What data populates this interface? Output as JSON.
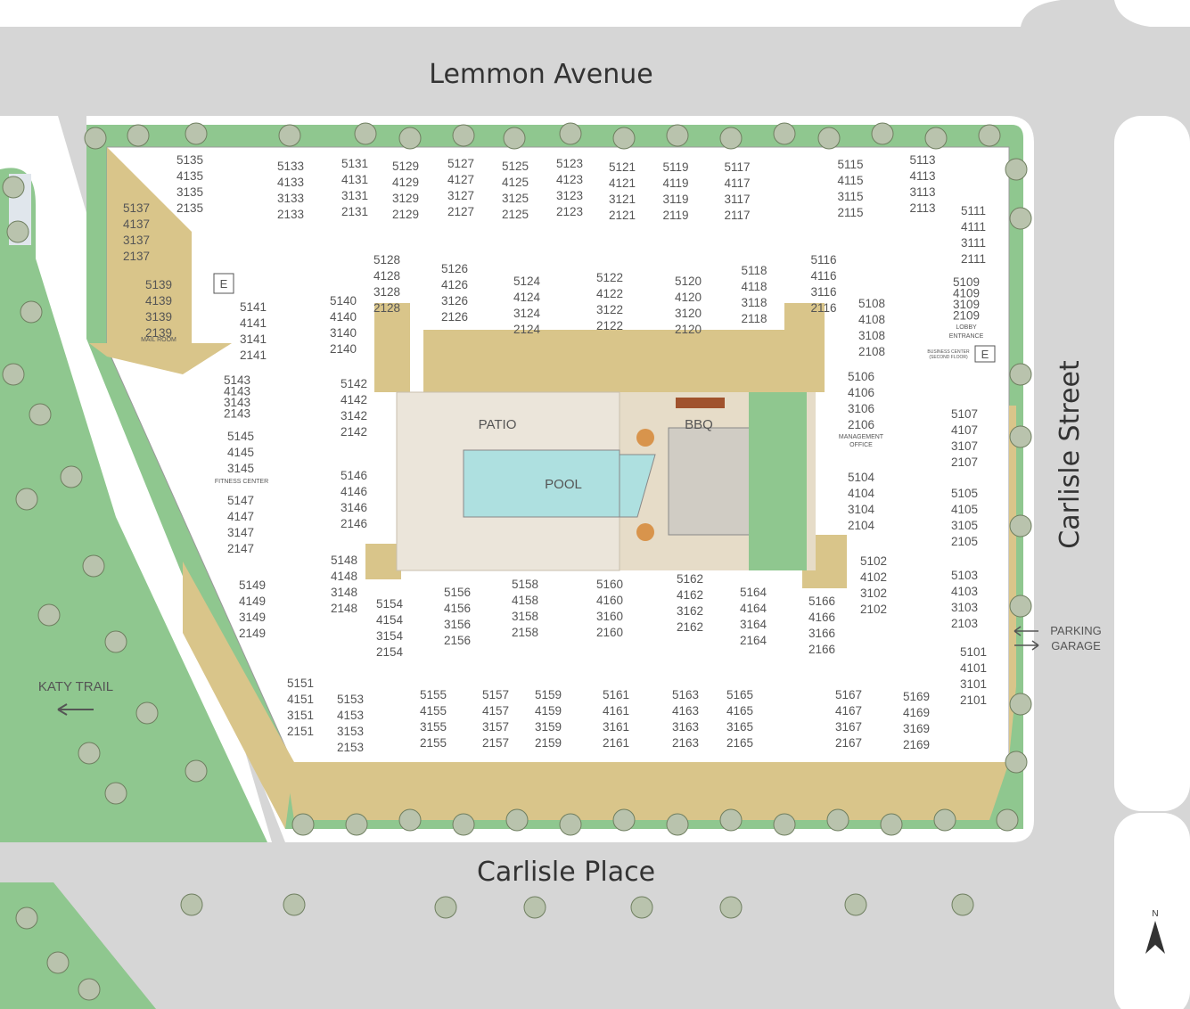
{
  "streets": {
    "north": "Lemmon Avenue",
    "south": "Carlisle Place",
    "east": "Carlisle Street"
  },
  "labels": {
    "katy_trail": "KATY TRAIL",
    "parking_1": "PARKING",
    "parking_2": "GARAGE",
    "north": "N",
    "patio": "PATIO",
    "pool": "POOL",
    "bbq": "BBQ",
    "elevator": "E",
    "mail_room": "MAIL ROOM",
    "fitness_center": "FITNESS CENTER",
    "management_1": "MANAGEMENT",
    "management_2": "OFFICE",
    "lobby_1": "LOBBY",
    "lobby_2": "ENTRANCE",
    "business_1": "BUSINESS CENTER",
    "business_2": "(SECOND FLOOR)"
  },
  "units": [
    {
      "id": "u5135",
      "lines": [
        "5135",
        "4135",
        "3135",
        "2135"
      ]
    },
    {
      "id": "u5137",
      "lines": [
        "5137",
        "4137",
        "3137",
        "2137"
      ]
    },
    {
      "id": "u5133",
      "lines": [
        "5133",
        "4133",
        "3133",
        "2133"
      ]
    },
    {
      "id": "u5131",
      "lines": [
        "5131",
        "4131",
        "3131",
        "2131"
      ]
    },
    {
      "id": "u5129",
      "lines": [
        "5129",
        "4129",
        "3129",
        "2129"
      ]
    },
    {
      "id": "u5127",
      "lines": [
        "5127",
        "4127",
        "3127",
        "2127"
      ]
    },
    {
      "id": "u5125",
      "lines": [
        "5125",
        "4125",
        "3125",
        "2125"
      ]
    },
    {
      "id": "u5123",
      "lines": [
        "5123",
        "4123",
        "3123",
        "2123"
      ]
    },
    {
      "id": "u5121",
      "lines": [
        "5121",
        "4121",
        "3121",
        "2121"
      ]
    },
    {
      "id": "u5119",
      "lines": [
        "5119",
        "4119",
        "3119",
        "2119"
      ]
    },
    {
      "id": "u5117",
      "lines": [
        "5117",
        "4117",
        "3117",
        "2117"
      ]
    },
    {
      "id": "u5115",
      "lines": [
        "5115",
        "4115",
        "3115",
        "2115"
      ]
    },
    {
      "id": "u5113",
      "lines": [
        "5113",
        "4113",
        "3113",
        "2113"
      ]
    },
    {
      "id": "u5111",
      "lines": [
        "5111",
        "4111",
        "3111",
        "2111"
      ]
    },
    {
      "id": "u5109",
      "lines": [
        "5109",
        "4109",
        "3109",
        "2109"
      ]
    },
    {
      "id": "u5139",
      "lines": [
        "5139",
        "4139",
        "3139",
        "2139"
      ]
    },
    {
      "id": "u5141",
      "lines": [
        "5141",
        "4141",
        "3141",
        "2141"
      ]
    },
    {
      "id": "u5143",
      "lines": [
        "5143",
        "4143",
        "3143",
        "2143"
      ]
    },
    {
      "id": "u5145",
      "lines": [
        "5145",
        "4145",
        "3145"
      ]
    },
    {
      "id": "u5147",
      "lines": [
        "5147",
        "4147",
        "3147",
        "2147"
      ]
    },
    {
      "id": "u5149",
      "lines": [
        "5149",
        "4149",
        "3149",
        "2149"
      ]
    },
    {
      "id": "u5151",
      "lines": [
        "5151",
        "4151",
        "3151",
        "2151"
      ]
    },
    {
      "id": "u5153",
      "lines": [
        "5153",
        "4153",
        "3153",
        "2153"
      ]
    },
    {
      "id": "u5155",
      "lines": [
        "5155",
        "4155",
        "3155",
        "2155"
      ]
    },
    {
      "id": "u5157",
      "lines": [
        "5157",
        "4157",
        "3157",
        "2157"
      ]
    },
    {
      "id": "u5159",
      "lines": [
        "5159",
        "4159",
        "3159",
        "2159"
      ]
    },
    {
      "id": "u5161",
      "lines": [
        "5161",
        "4161",
        "3161",
        "2161"
      ]
    },
    {
      "id": "u5163",
      "lines": [
        "5163",
        "4163",
        "3163",
        "2163"
      ]
    },
    {
      "id": "u5165",
      "lines": [
        "5165",
        "4165",
        "3165",
        "2165"
      ]
    },
    {
      "id": "u5167",
      "lines": [
        "5167",
        "4167",
        "3167",
        "2167"
      ]
    },
    {
      "id": "u5169",
      "lines": [
        "5169",
        "4169",
        "3169",
        "2169"
      ]
    },
    {
      "id": "u5101",
      "lines": [
        "5101",
        "4101",
        "3101",
        "2101"
      ]
    },
    {
      "id": "u5103",
      "lines": [
        "5103",
        "4103",
        "3103",
        "2103"
      ]
    },
    {
      "id": "u5105",
      "lines": [
        "5105",
        "4105",
        "3105",
        "2105"
      ]
    },
    {
      "id": "u5107",
      "lines": [
        "5107",
        "4107",
        "3107",
        "2107"
      ]
    },
    {
      "id": "u5128",
      "lines": [
        "5128",
        "4128",
        "3128",
        "2128"
      ]
    },
    {
      "id": "u5126",
      "lines": [
        "5126",
        "4126",
        "3126",
        "2126"
      ]
    },
    {
      "id": "u5124",
      "lines": [
        "5124",
        "4124",
        "3124",
        "2124"
      ]
    },
    {
      "id": "u5122",
      "lines": [
        "5122",
        "4122",
        "3122",
        "2122"
      ]
    },
    {
      "id": "u5120",
      "lines": [
        "5120",
        "4120",
        "3120",
        "2120"
      ]
    },
    {
      "id": "u5118",
      "lines": [
        "5118",
        "4118",
        "3118",
        "2118"
      ]
    },
    {
      "id": "u5116",
      "lines": [
        "5116",
        "4116",
        "3116",
        "2116"
      ]
    },
    {
      "id": "u5108",
      "lines": [
        "5108",
        "4108",
        "3108",
        "2108"
      ]
    },
    {
      "id": "u5106",
      "lines": [
        "5106",
        "4106",
        "3106",
        "2106"
      ]
    },
    {
      "id": "u5104",
      "lines": [
        "5104",
        "4104",
        "3104",
        "2104"
      ]
    },
    {
      "id": "u5102",
      "lines": [
        "5102",
        "4102",
        "3102",
        "2102"
      ]
    },
    {
      "id": "u5166",
      "lines": [
        "5166",
        "4166",
        "3166",
        "2166"
      ]
    },
    {
      "id": "u5164",
      "lines": [
        "5164",
        "4164",
        "3164",
        "2164"
      ]
    },
    {
      "id": "u5162",
      "lines": [
        "5162",
        "4162",
        "3162",
        "2162"
      ]
    },
    {
      "id": "u5160",
      "lines": [
        "5160",
        "4160",
        "3160",
        "2160"
      ]
    },
    {
      "id": "u5158",
      "lines": [
        "5158",
        "4158",
        "3158",
        "2158"
      ]
    },
    {
      "id": "u5156",
      "lines": [
        "5156",
        "4156",
        "3156",
        "2156"
      ]
    },
    {
      "id": "u5154",
      "lines": [
        "5154",
        "4154",
        "3154",
        "2154"
      ]
    },
    {
      "id": "u5148",
      "lines": [
        "5148",
        "4148",
        "3148",
        "2148"
      ]
    },
    {
      "id": "u5146",
      "lines": [
        "5146",
        "4146",
        "3146",
        "2146"
      ]
    },
    {
      "id": "u5142",
      "lines": [
        "5142",
        "4142",
        "3142",
        "2142"
      ]
    },
    {
      "id": "u5140",
      "lines": [
        "5140",
        "4140",
        "3140",
        "2140"
      ]
    }
  ]
}
